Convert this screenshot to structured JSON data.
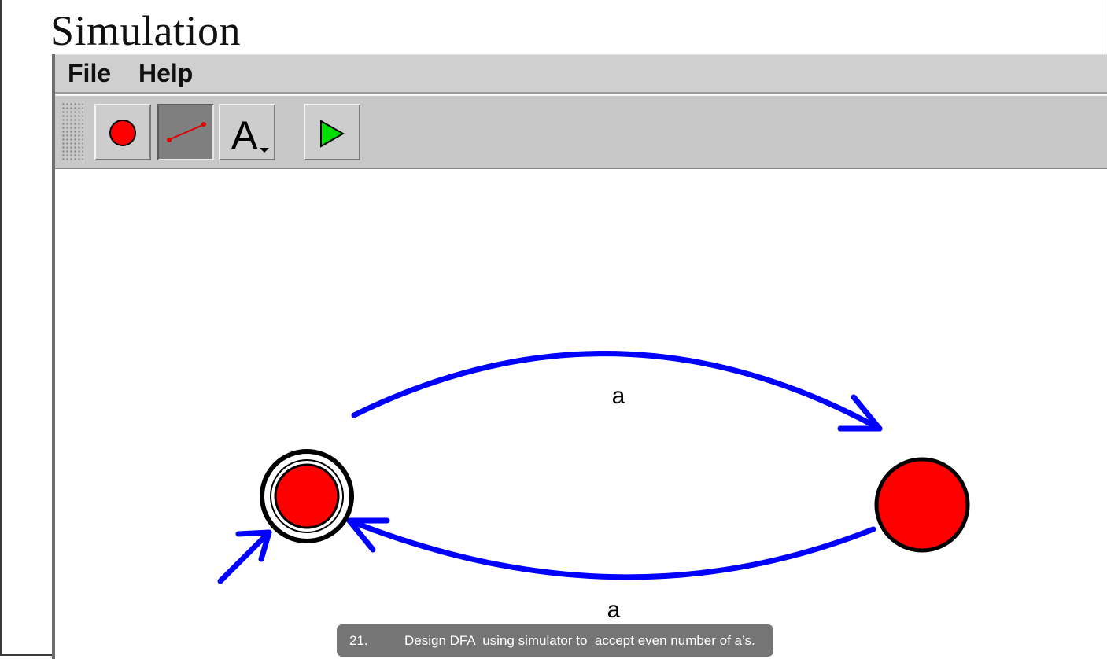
{
  "page": {
    "heading": "Simulation"
  },
  "app": {
    "menu": {
      "file": "File",
      "help": "Help"
    },
    "toolbar": {
      "tools": [
        {
          "name": "state-tool",
          "icon": "red-circle-icon",
          "pressed": false
        },
        {
          "name": "transition-tool",
          "icon": "line-arrow-icon",
          "pressed": true
        },
        {
          "name": "label-tool",
          "icon": "letter-a-icon",
          "glyph": "A",
          "pressed": false
        },
        {
          "name": "run-tool",
          "icon": "green-play-icon",
          "pressed": false
        }
      ]
    },
    "canvas": {
      "states": [
        {
          "id": "q0",
          "initial": true,
          "accepting": true,
          "fill": "#ff0000"
        },
        {
          "id": "q1",
          "initial": false,
          "accepting": false,
          "fill": "#ff0000"
        }
      ],
      "transitions": [
        {
          "from": "q0",
          "to": "q1",
          "label": "a"
        },
        {
          "from": "q1",
          "to": "q0",
          "label": "a"
        }
      ],
      "edge_color": "#0000ff"
    }
  },
  "caption": {
    "number": "21.",
    "text": "Design DFA  using simulator to  accept even number of a’s."
  }
}
